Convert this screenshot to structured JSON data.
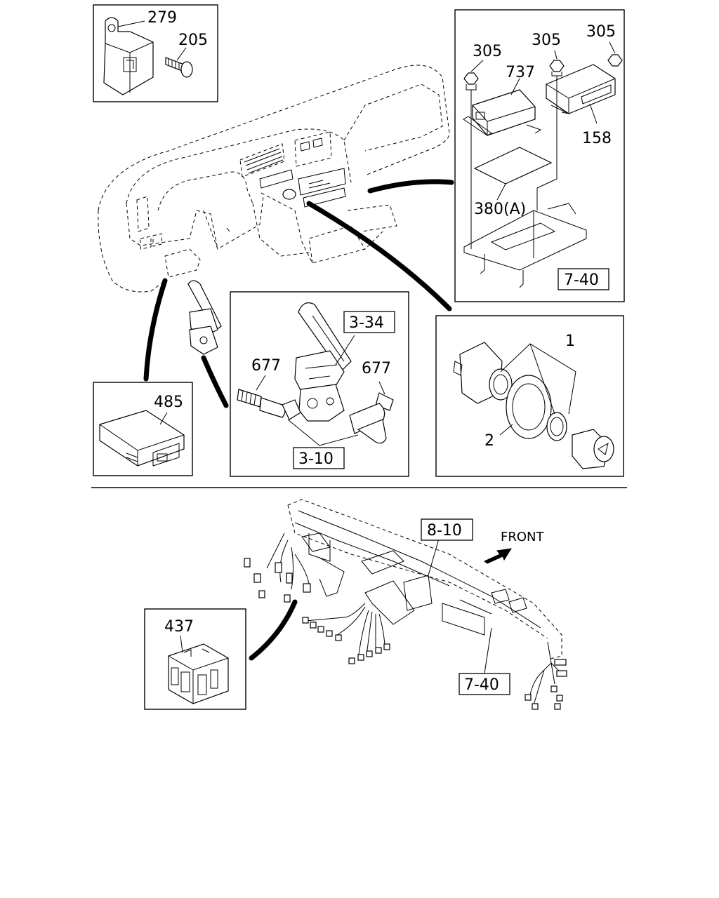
{
  "labels": {
    "p279": "279",
    "p205": "205",
    "p305a": "305",
    "p305b": "305",
    "p305c": "305",
    "p737": "737",
    "p158": "158",
    "p380": "380(A)",
    "ref740a": "7-40",
    "ref334": "3-34",
    "p677a": "677",
    "p677b": "677",
    "ref310": "3-10",
    "p485": "485",
    "p1": "1",
    "p2": "2",
    "ref810": "8-10",
    "front": "FRONT",
    "p437": "437",
    "ref740b": "7-40"
  }
}
